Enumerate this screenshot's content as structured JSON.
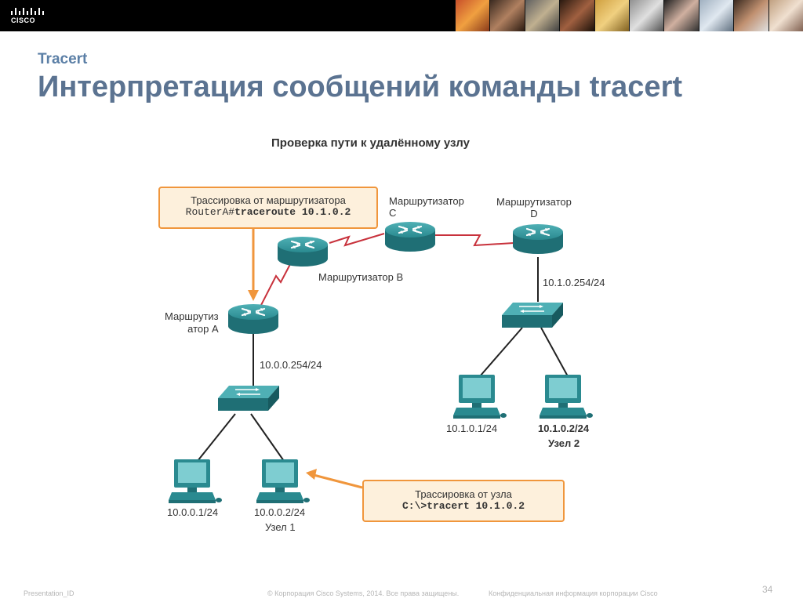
{
  "header": {
    "logo_text": "CISCO",
    "section": "Tracert",
    "title": "Интерпретация сообщений команды tracert"
  },
  "diagram": {
    "title": "Проверка пути к удалённому узлу",
    "routers": {
      "a_line1": "Маршрутиз",
      "a_line2": "атор A",
      "b": "Маршрутизатор B",
      "c_line1": "Маршрутизатор",
      "c_line2": "C",
      "d_line1": "Маршрутизатор",
      "d_line2": "D"
    },
    "interfaces": {
      "a_lan": "10.0.0.254/24",
      "d_lan": "10.1.0.254/24"
    },
    "hosts": {
      "left1": "10.0.0.1/24",
      "left2": "10.0.0.2/24",
      "left2_name": "Узел 1",
      "right1": "10.1.0.1/24",
      "right2": "10.1.0.2/24",
      "right2_name": "Узел 2"
    },
    "callout_router": {
      "heading": "Трассировка от маршрутизатора",
      "prompt": "RouterA#",
      "command": "traceroute 10.1.0.2"
    },
    "callout_host": {
      "heading": "Трассировка от узла",
      "command": "C:\\>tracert 10.1.0.2"
    }
  },
  "footer": {
    "presentation_id": "Presentation_ID",
    "copyright": "© Корпорация Cisco Systems, 2014. Все права защищены.",
    "confidential": "Конфиденциальная информация корпорации Cisco",
    "page": "34"
  },
  "colors": {
    "router": "#2a8a90",
    "serial_link": "#c8323c",
    "callout_border": "#f0963c",
    "title": "#5b7391"
  }
}
